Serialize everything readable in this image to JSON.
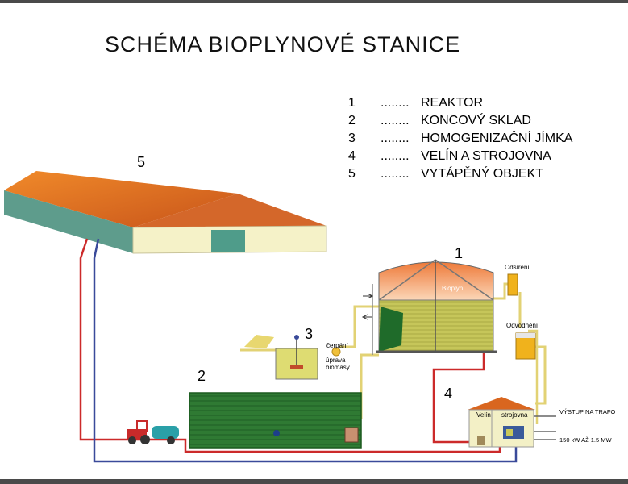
{
  "title": "SCHÉMA BIOPLYNOVÉ STANICE",
  "legend": [
    {
      "num": "1",
      "dots": "........",
      "label": "REAKTOR"
    },
    {
      "num": "2",
      "dots": "........",
      "label": "KONCOVÝ SKLAD"
    },
    {
      "num": "3",
      "dots": "........",
      "label": "HOMOGENIZAČNÍ JÍMKA"
    },
    {
      "num": "4",
      "dots": "........",
      "label": "VELÍN A STROJOVNA"
    },
    {
      "num": "5",
      "dots": "........",
      "label": "VYTÁPĚNÝ OBJEKT"
    }
  ],
  "diagram": {
    "num_1": "1",
    "num_2": "2",
    "num_3": "3",
    "num_4": "4",
    "num_5": "5",
    "bioplyn": "Bioplyn",
    "odsireni": "Odsíření",
    "odvodneni": "Odvodnění",
    "cerpani": "čerpání",
    "uprava_1": "úprava",
    "uprava_2": "biomasy",
    "velin": "Velín",
    "strojovna": "strojovna",
    "vystup": "VÝSTUP NA TRAFO",
    "vykon": "150 kW AŽ  1.5 MW"
  },
  "colors": {
    "roof": "#d9661f",
    "wall_front": "#f3f0c6",
    "wall_side": "#5a9a8a",
    "tank_green": "#2e7d32",
    "pipe_red": "#cc2a2a",
    "pipe_blue": "#3a4a9a",
    "pipe_yellow": "#e4d479",
    "reactor_body": "#c9c85a",
    "reactor_gas": "#f4a062"
  }
}
